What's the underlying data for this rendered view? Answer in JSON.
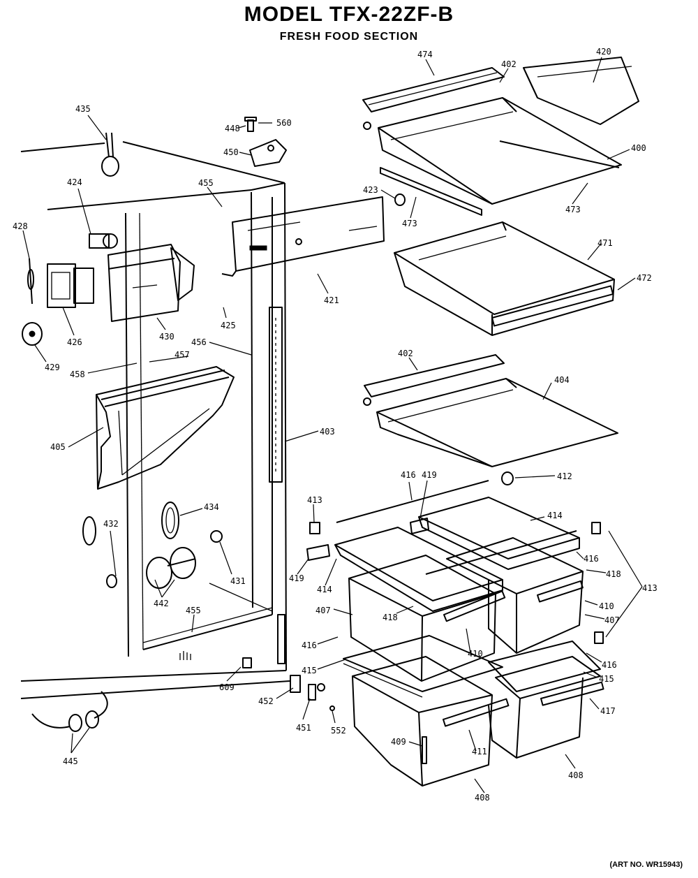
{
  "header": {
    "title": "MODEL TFX-22ZF-B",
    "subtitle": "FRESH FOOD SECTION"
  },
  "footer": {
    "art_no": "(ART NO. WR15943)"
  },
  "callouts": [
    "435",
    "424",
    "428",
    "426",
    "429",
    "430",
    "448",
    "560",
    "450",
    "455",
    "421",
    "425",
    "456",
    "457",
    "458",
    "405",
    "434",
    "432",
    "442",
    "431",
    "455",
    "609",
    "452",
    "451",
    "552",
    "445",
    "474",
    "402",
    "420",
    "400",
    "423",
    "473",
    "473",
    "471",
    "472",
    "402",
    "404",
    "403",
    "412",
    "416",
    "419",
    "413",
    "414",
    "419",
    "414",
    "416",
    "418",
    "418",
    "410",
    "407",
    "407",
    "416",
    "416",
    "410",
    "413",
    "415",
    "415",
    "417",
    "409",
    "411",
    "408",
    "408"
  ]
}
